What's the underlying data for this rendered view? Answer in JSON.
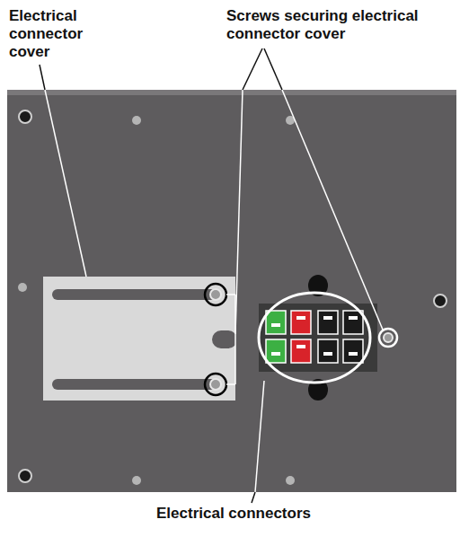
{
  "diagram": {
    "labels": [
      "Electrical connector cover",
      "Screws securing electrical connector cover",
      "Electrical connectors"
    ]
  }
}
